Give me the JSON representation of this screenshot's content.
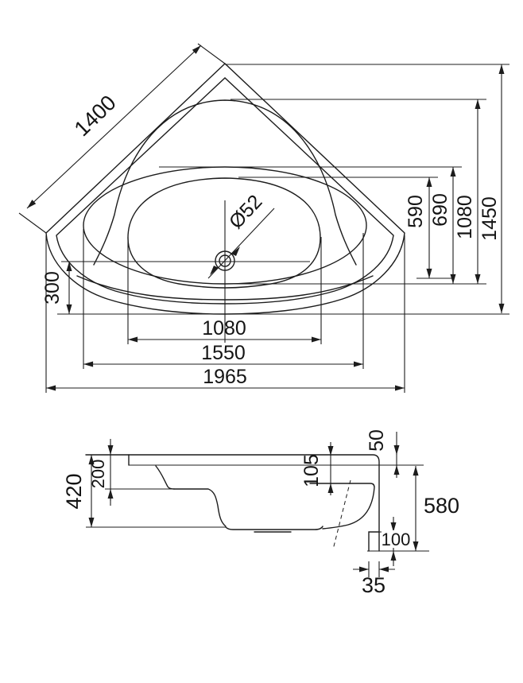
{
  "drawing": {
    "type": "bathtub technical drawing",
    "top_view": {
      "diagonal_dim": "1400",
      "drain_dim": "Ø52",
      "left_vertical_dim": "300",
      "right_vertical_dims": [
        "590",
        "690",
        "1080",
        "1450"
      ],
      "bottom_horizontal_dims": [
        "1080",
        "1550",
        "1965"
      ]
    },
    "side_view": {
      "tub_height_dim": "420",
      "inner_depth_dim": "200",
      "rim_underside_dim": "105",
      "rim_edge_dim": "50",
      "overall_height_dim": "580",
      "foot_height_dim": "100",
      "foot_width_dim": "35"
    },
    "colors": {
      "line": "#1c1c1c",
      "background": "#ffffff"
    }
  }
}
